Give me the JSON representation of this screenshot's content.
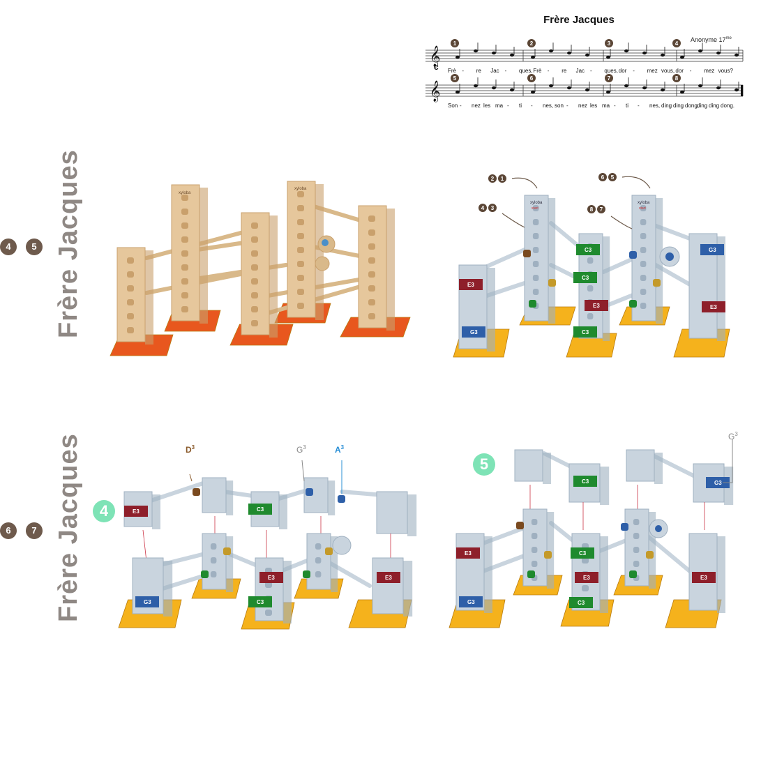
{
  "song": {
    "title": "Frère Jacques",
    "composer": "Anonyme 17",
    "composer_sup": "me",
    "staff1": {
      "measures": [
        "1",
        "2",
        "3",
        "4"
      ],
      "lyrics": [
        "Frè",
        "-",
        "re",
        "Jac",
        "-",
        "ques,",
        "Frè",
        "-",
        "re",
        "Jac",
        "-",
        "ques,",
        "dor",
        "-",
        "mez",
        "vous,",
        "dor",
        "-",
        "mez",
        "vous?"
      ]
    },
    "staff2": {
      "measures": [
        "5",
        "6",
        "7",
        "8"
      ],
      "lyrics": [
        "Son",
        "-",
        "nez",
        "les",
        "ma",
        "-",
        "ti",
        "-",
        "nes,",
        "son",
        "-",
        "nez",
        "les",
        "ma",
        "-",
        "ti",
        "-",
        "nes,",
        "ding",
        "ding",
        "dong,",
        "ding",
        "ding",
        "dong."
      ]
    }
  },
  "side_title_top": "Frère Jacques",
  "side_title_bottom": "Frère Jacques",
  "page_numbers": [
    "4",
    "5",
    "6",
    "7"
  ],
  "badges": {
    "step4": "4",
    "step5": "5"
  },
  "markers": {
    "pair1": [
      "2",
      "1"
    ],
    "pair2": [
      "6",
      "5"
    ],
    "pair3": [
      "4",
      "3"
    ],
    "pair4": [
      "8",
      "7"
    ]
  },
  "note_labels": {
    "d3": {
      "note": "D",
      "oct": "3",
      "color": "#8a5a2b"
    },
    "g3a": {
      "note": "G",
      "oct": "3",
      "color": "#888888"
    },
    "a3": {
      "note": "A",
      "oct": "3",
      "color": "#2a8fd6"
    },
    "g3b": {
      "note": "G",
      "oct": "3",
      "color": "#888888"
    }
  },
  "tower_tags": {
    "brand": "xyloba",
    "start": "start",
    "e3": "E3",
    "c3": "C3",
    "g3": "G3"
  },
  "colors": {
    "wood": "#e6c79c",
    "wood_dark": "#c9a06c",
    "base_orange": "#e8571e",
    "steel": "#c9d4de",
    "steel_dark": "#9fb0c0",
    "base_yellow": "#f5b21c",
    "tag_red": "#8e1f2a",
    "tag_green": "#1f8a2e",
    "tag_blue": "#2e5fa8",
    "tag_brown": "#7a4a1f",
    "tag_gold": "#c49a2a"
  }
}
